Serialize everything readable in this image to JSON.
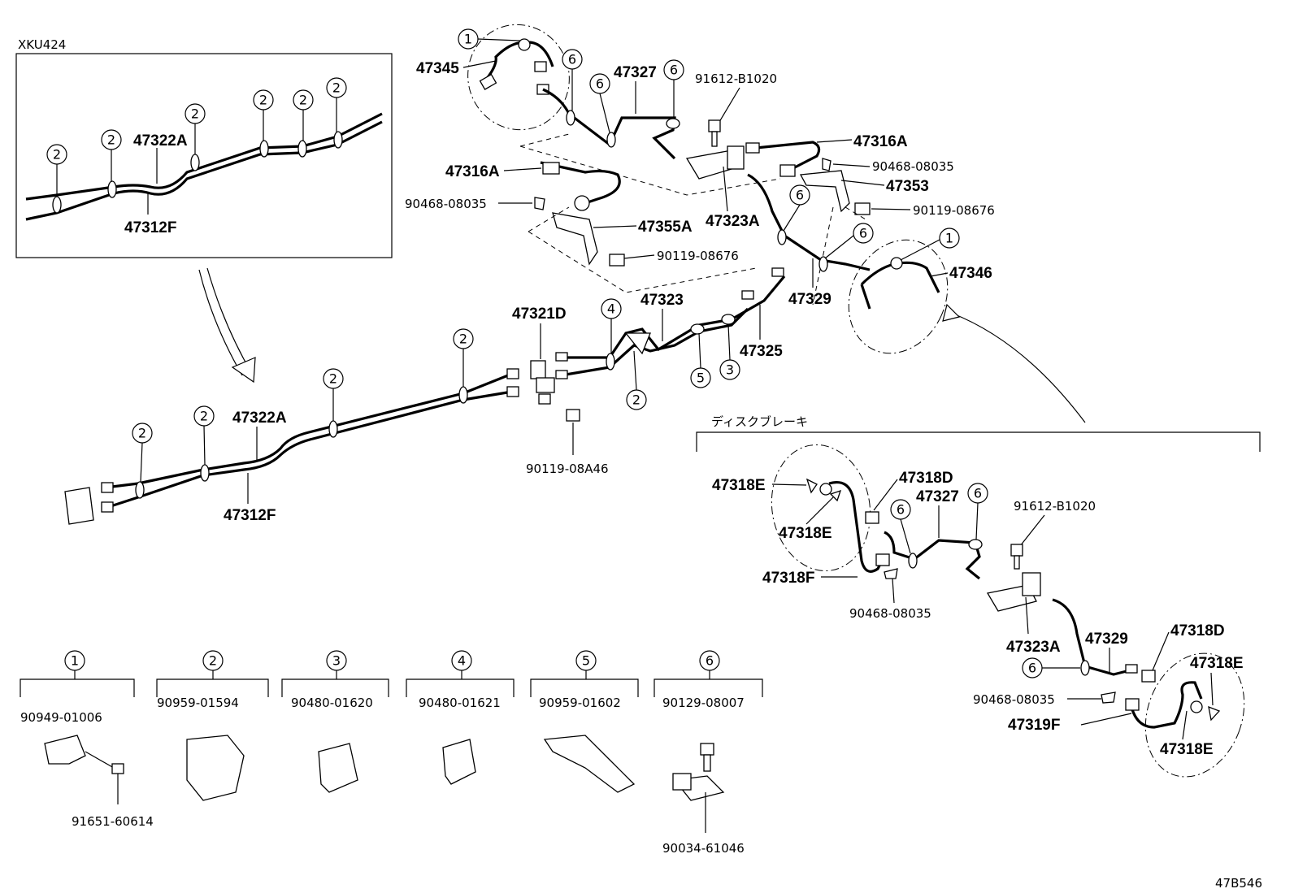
{
  "inset": {
    "title": "XKU424",
    "labels": [
      "47322A",
      "47312F"
    ]
  },
  "main_labels": {
    "l47345": "47345",
    "l47327": "47327",
    "l91612a": "91612-B1020",
    "l47316a_r": "47316A",
    "l90468_r": "90468-08035",
    "l47353": "47353",
    "l90119_r": "90119-08676",
    "l47316a_l": "47316A",
    "l90468_l": "90468-08035",
    "l47323a": "47323A",
    "l47355a": "47355A",
    "l90119_m": "90119-08676",
    "l47346": "47346",
    "l47329": "47329",
    "l47321d": "47321D",
    "l47323": "47323",
    "l47325": "47325",
    "l47322a": "47322A",
    "l47312f": "47312F",
    "l90119_b": "90119-08A46"
  },
  "disc": {
    "title": "ディスクブレーキ",
    "labels": {
      "e1": "47318E",
      "d1": "47318D",
      "c27": "47327",
      "b1020": "91612-B1020",
      "e2": "47318E",
      "f1": "47318F",
      "p90468a": "90468-08035",
      "a323": "47323A",
      "c29": "47329",
      "d2": "47318D",
      "e3": "47318E",
      "p90468b": "90468-08035",
      "f319": "47319F",
      "e4": "47318E"
    }
  },
  "legend": [
    {
      "num": "1",
      "parts": [
        "90949-01006",
        "91651-60614"
      ]
    },
    {
      "num": "2",
      "parts": [
        "90959-01594"
      ]
    },
    {
      "num": "3",
      "parts": [
        "90480-01620"
      ]
    },
    {
      "num": "4",
      "parts": [
        "90480-01621"
      ]
    },
    {
      "num": "5",
      "parts": [
        "90959-01602"
      ]
    },
    {
      "num": "6",
      "parts": [
        "90129-08007",
        "90034-61046"
      ]
    }
  ],
  "markers": {
    "n1": "1",
    "n2": "2",
    "n3": "3",
    "n4": "4",
    "n5": "5",
    "n6": "6"
  },
  "code": "47B546"
}
